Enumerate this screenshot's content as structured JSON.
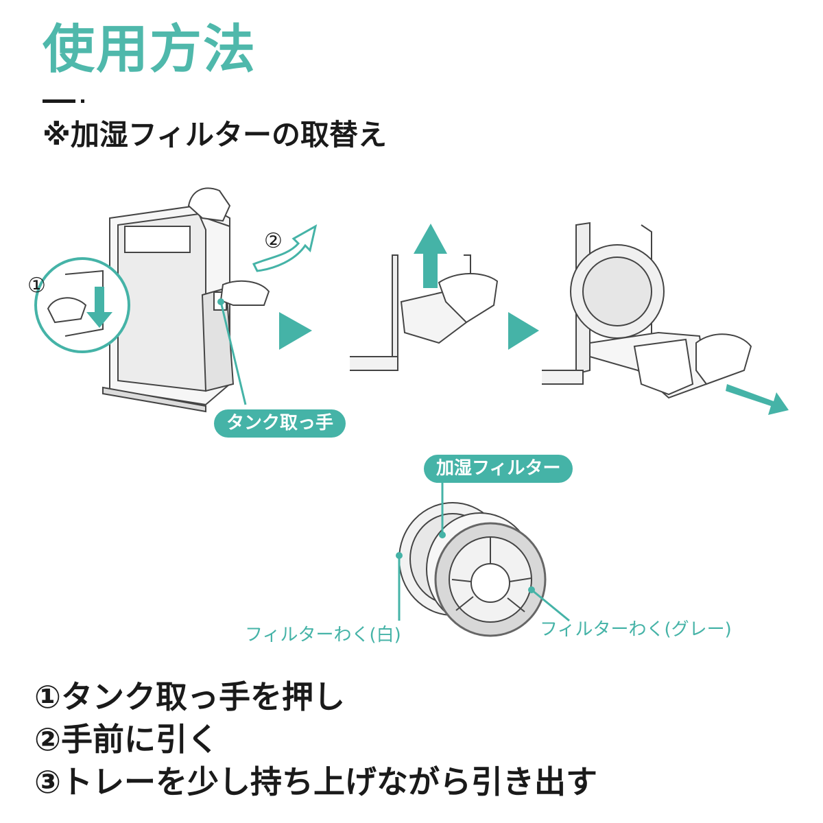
{
  "header": {
    "title": "使用方法",
    "subtitle": "※加湿フィルターの取替え"
  },
  "figure": {
    "marker_1": "①",
    "marker_2": "②",
    "tank_handle_label": "タンク取っ手",
    "humidifier_filter_label": "加湿フィルター",
    "frame_white_label": "フィルターわく(白)",
    "frame_gray_label": "フィルターわく(グレー)"
  },
  "steps": [
    "①タンク取っ手を押し",
    "②手前に引く",
    "③トレーを少し持ち上げながら引き出す"
  ],
  "colors": {
    "accent": "#45b3a7",
    "title": "#4fb8ab",
    "text": "#1a1a1a"
  }
}
